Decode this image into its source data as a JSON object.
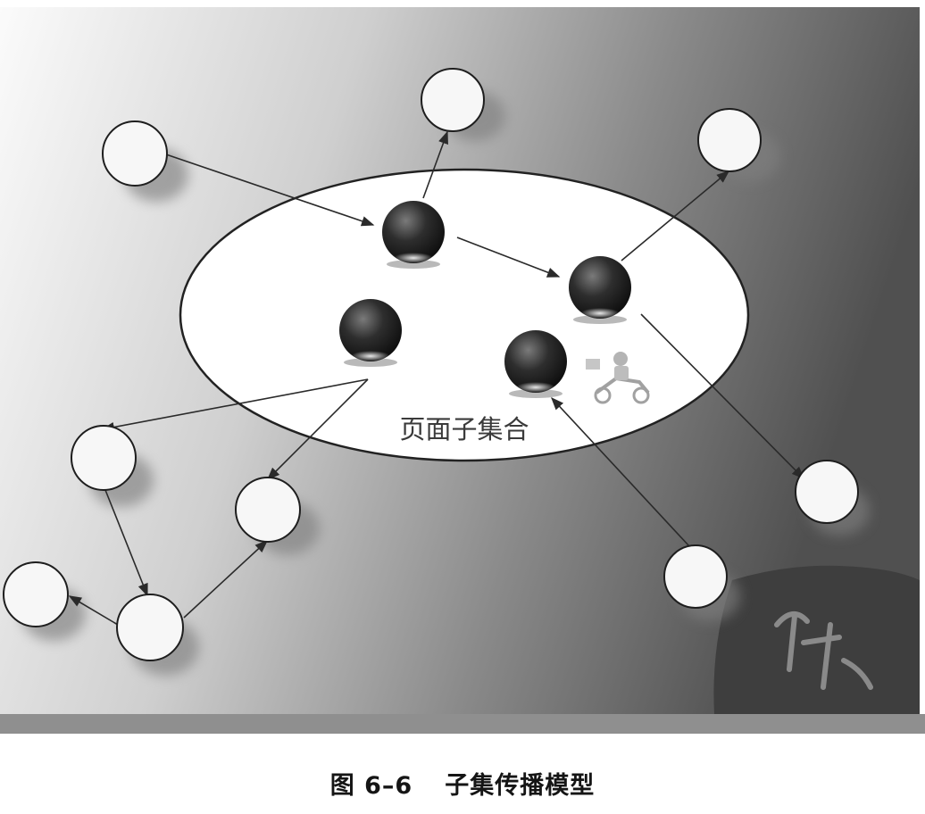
{
  "figure": {
    "subset_label": "页面子集合",
    "caption_number": "图 6–6",
    "caption_title": "子集传播模型"
  },
  "nodes": [
    {
      "id": "out-topleft",
      "kind": "outside"
    },
    {
      "id": "out-top",
      "kind": "outside"
    },
    {
      "id": "out-topright",
      "kind": "outside"
    },
    {
      "id": "out-right",
      "kind": "outside"
    },
    {
      "id": "out-bottomright",
      "kind": "outside"
    },
    {
      "id": "out-left-a",
      "kind": "outside"
    },
    {
      "id": "out-left-b",
      "kind": "outside"
    },
    {
      "id": "out-left-c",
      "kind": "outside"
    },
    {
      "id": "out-left-d",
      "kind": "outside"
    },
    {
      "id": "in-a",
      "kind": "inside"
    },
    {
      "id": "in-b",
      "kind": "inside"
    },
    {
      "id": "in-c",
      "kind": "inside"
    },
    {
      "id": "in-d",
      "kind": "inside"
    }
  ],
  "edges": [
    {
      "from": "out-topleft",
      "to": "in-a"
    },
    {
      "from": "in-a",
      "to": "out-top"
    },
    {
      "from": "in-a",
      "to": "in-b"
    },
    {
      "from": "in-b",
      "to": "out-topright"
    },
    {
      "from": "in-b",
      "to": "out-right"
    },
    {
      "from": "out-bottomright",
      "to": "in-d"
    },
    {
      "from": "in-c",
      "to": "out-left-a"
    },
    {
      "from": "in-c",
      "to": "out-left-b"
    },
    {
      "from": "out-left-a",
      "to": "out-left-c"
    },
    {
      "from": "out-left-c",
      "to": "out-left-d"
    },
    {
      "from": "out-left-c",
      "to": "out-left-b"
    }
  ]
}
